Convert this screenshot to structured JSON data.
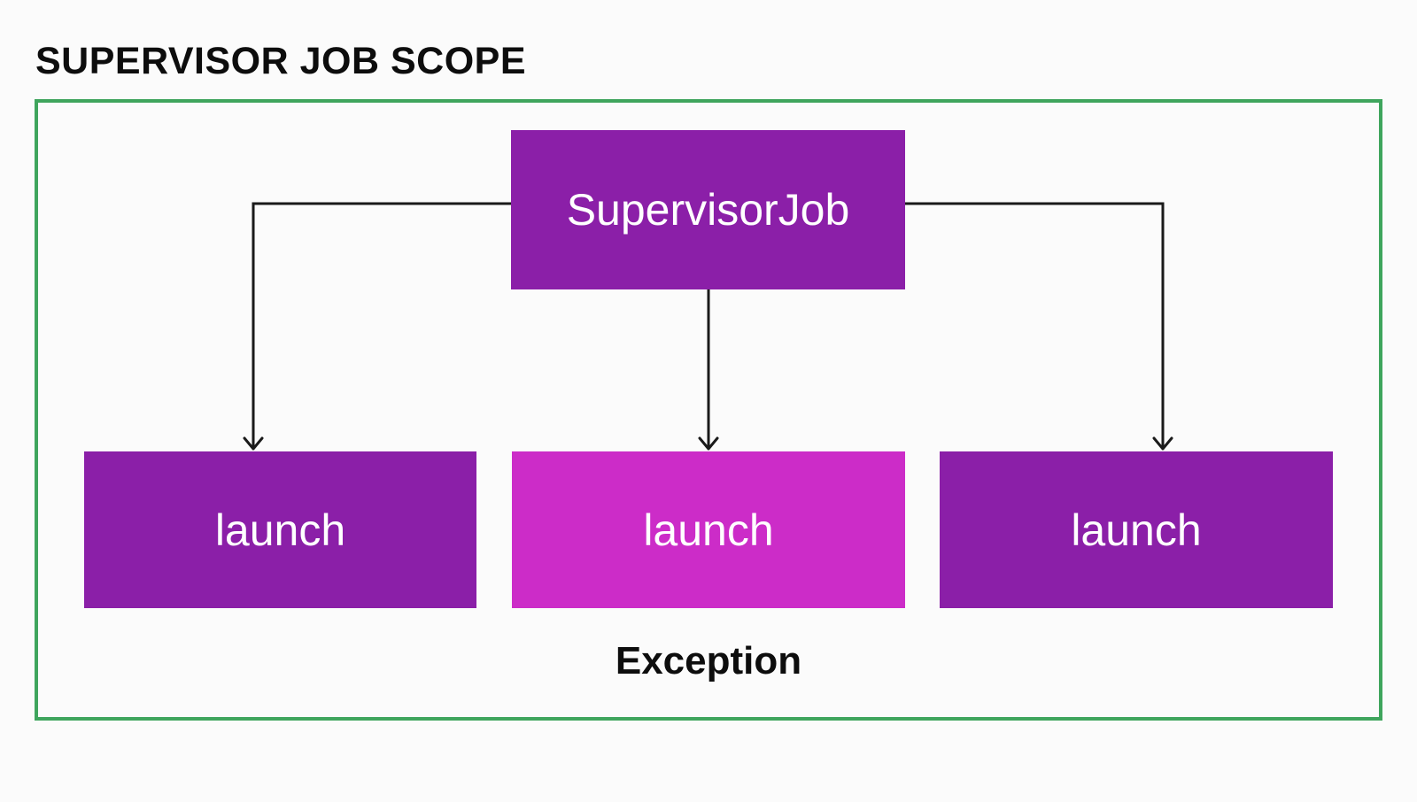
{
  "title": "SUPERVISOR JOB SCOPE",
  "colors": {
    "scope_border": "#3fa55d",
    "node_purple": "#8b1fa8",
    "node_magenta": "#cc2cc8",
    "node_text": "#ffffff",
    "connector": "#1a1a1a",
    "heading_text": "#0d0d0d"
  },
  "nodes": {
    "supervisor": {
      "label": "SupervisorJob"
    },
    "launch_left": {
      "label": "launch"
    },
    "launch_middle": {
      "label": "launch"
    },
    "launch_right": {
      "label": "launch"
    }
  },
  "annotation": {
    "exception_label": "Exception"
  }
}
